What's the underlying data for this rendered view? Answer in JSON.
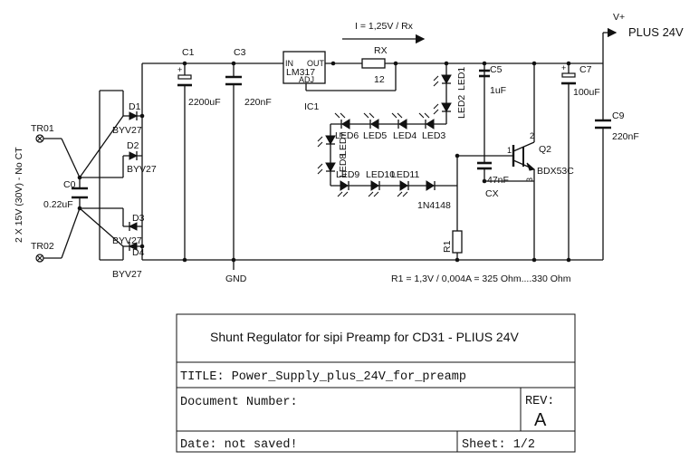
{
  "schematic": {
    "current_formula": "I = 1,25V / Rx",
    "output_label": "PLUS 24V",
    "vplus_label": "V+",
    "input_label": "2 X 15V (30V) - No CT",
    "r1_note": "R1 = 1,3V / 0,004A = 325 Ohm....330 Ohm",
    "gnd_label": "GND",
    "connectors": {
      "tr01": "TR01",
      "tr02": "TR02"
    },
    "components": {
      "c0": "C0",
      "c0_value": "0.22uF",
      "c1": "C1",
      "c1_value": "2200uF",
      "c3": "C3",
      "c3_value": "220nF",
      "c5": "C5",
      "c5_value": "1uF",
      "c7": "C7",
      "c7_value": "100uF",
      "c9": "C9",
      "c9_value": "220nF",
      "cx": "CX",
      "cx_value": "47nF",
      "d1": "D1",
      "d2": "D2",
      "d3": "D3",
      "d4": "D4",
      "diode_part": "BYV27",
      "ic1": "IC1",
      "ic_part": "LM317",
      "ic_in": "IN",
      "ic_out": "OUT",
      "ic_adj": "ADJ",
      "rx": "RX",
      "rx_value": "12",
      "r1": "R1",
      "q2": "Q2",
      "q2_part": "BDX53C",
      "pin1": "1",
      "pin2": "2",
      "pin3": "3",
      "led1": "LED1",
      "led2": "LED2",
      "led3": "LED3",
      "led4": "LED4",
      "led5": "LED5",
      "led6": "LED6",
      "led7": "LED7",
      "led8": "LED8",
      "led9": "LED9",
      "led10": "LED10",
      "led11": "LED11",
      "d_1n4148": "1N4148"
    }
  },
  "title_block": {
    "heading": "Shunt Regulator for sipi Preamp for CD31 - PLIUS 24V",
    "title": "TITLE:  Power_Supply_plus_24V_for_preamp",
    "document_number": "Document Number:",
    "rev_label": "REV:",
    "rev_value": "A",
    "date": "Date: not saved!",
    "sheet": "Sheet: 1/2"
  }
}
